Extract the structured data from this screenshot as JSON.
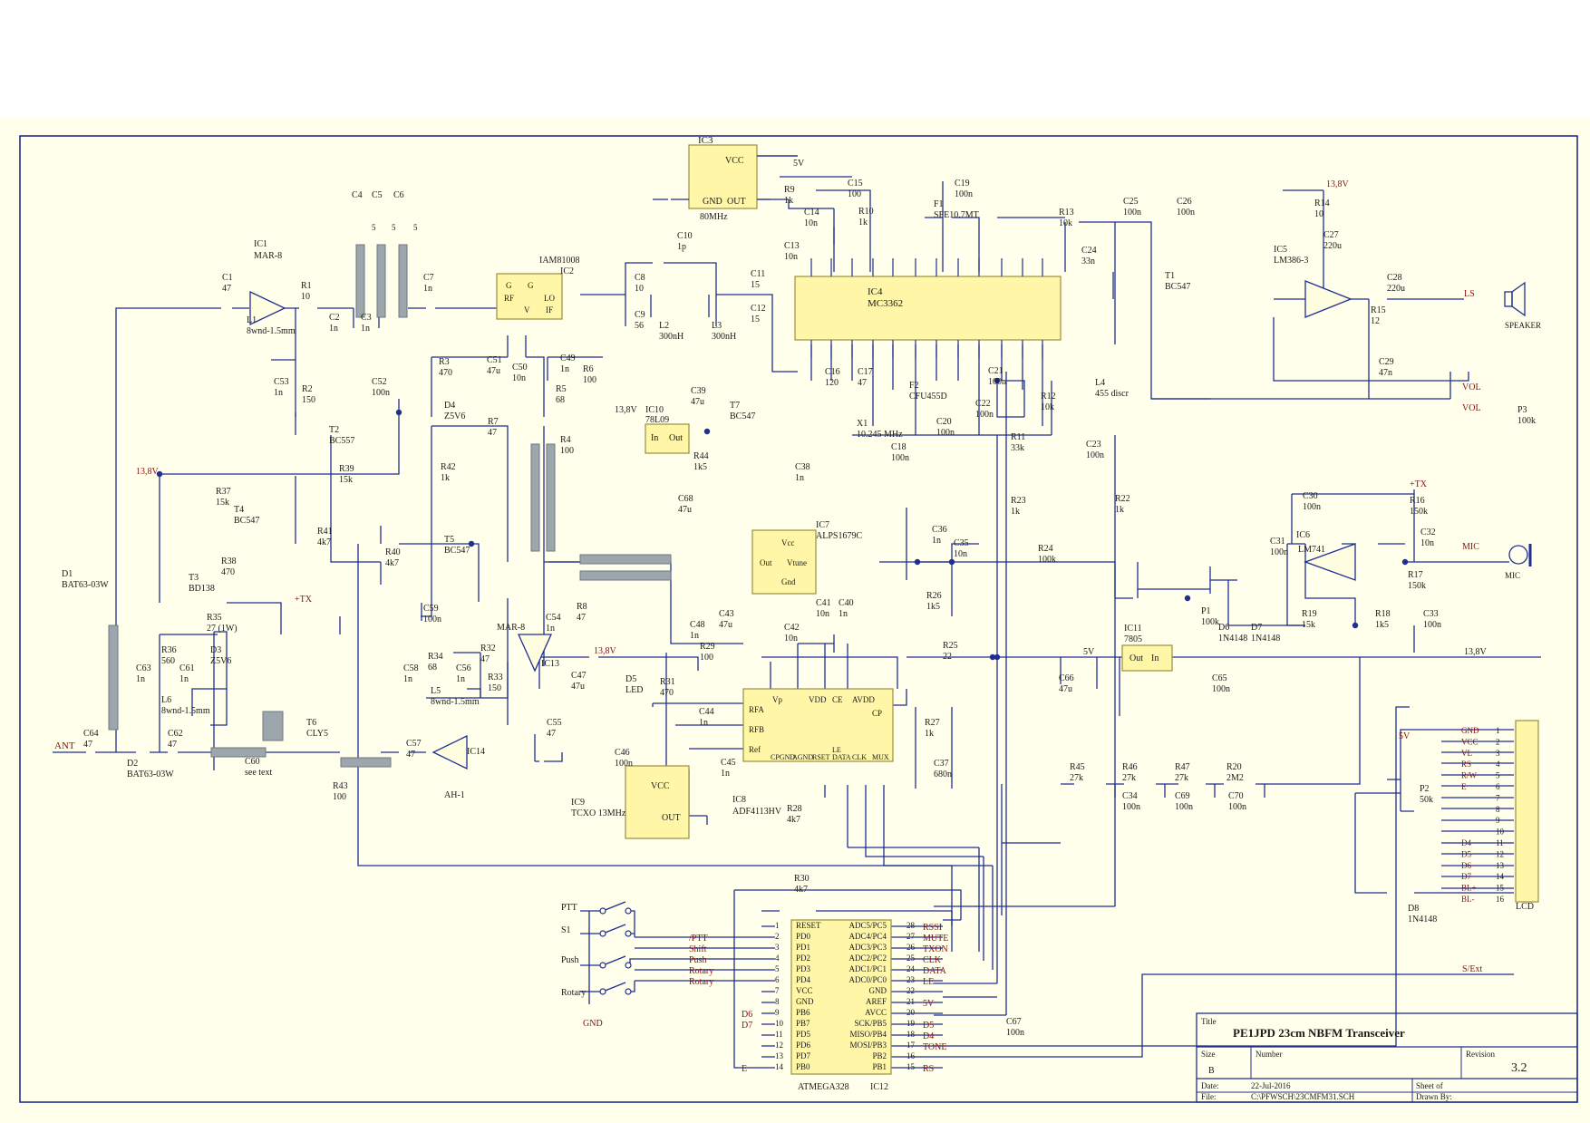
{
  "sheet": {
    "background": "#ffffec",
    "wire_color": "#1f2f8f",
    "ic_fill": "#fff6a8",
    "net_label_color": "#8a1010"
  },
  "title_block": {
    "title_label": "Title",
    "title": "PE1JPD 23cm NBFM Transceiver",
    "size_label": "Size",
    "size": "B",
    "number_label": "Number",
    "revision_label": "Revision",
    "revision": "3.2",
    "date_label": "Date:",
    "date": "22-Jul-2016",
    "sheet_label": "Sheet    of",
    "file_label": "File:",
    "file": "C:\\PFWSCH\\23CMFM31.SCH",
    "drawn_label": "Drawn By:"
  },
  "ics": {
    "ic1": {
      "ref": "IC1",
      "part": "MAR-8"
    },
    "ic2": {
      "ref": "IC2",
      "part": "IAM81008",
      "pins": [
        "G",
        "RF",
        "G",
        "V",
        "LO",
        "IF"
      ]
    },
    "ic3": {
      "ref": "IC3",
      "part": "80MHz",
      "pins": [
        "VCC",
        "GND",
        "OUT"
      ]
    },
    "ic4": {
      "ref": "IC4",
      "part": "MC3362"
    },
    "ic5": {
      "ref": "IC5",
      "part": "LM386-3"
    },
    "ic6": {
      "ref": "IC6",
      "part": "LM741"
    },
    "ic7": {
      "ref": "IC7",
      "part": "ALPS1679C",
      "pins": [
        "Vcc",
        "Out",
        "Vtune",
        "Gnd"
      ]
    },
    "ic8": {
      "ref": "IC8",
      "part": "ADF4113HV",
      "pins": [
        "RFA",
        "RFB",
        "Ref",
        "Vp",
        "VDD",
        "CE",
        "AVDD",
        "CP",
        "CPGND",
        "AGND",
        "RSET",
        "LE",
        "DATA",
        "CLK",
        "MUX"
      ]
    },
    "ic9": {
      "ref": "IC9",
      "part": "TCXO 13MHz",
      "pins": [
        "VCC",
        "OUT"
      ]
    },
    "ic10": {
      "ref": "IC10",
      "part": "78L09",
      "pins": [
        "In",
        "Out"
      ]
    },
    "ic11": {
      "ref": "IC11",
      "part": "7805",
      "pins": [
        "Out",
        "In"
      ]
    },
    "ic12": {
      "ref": "IC12",
      "part": "ATMEGA328",
      "left_pins": [
        "RESET",
        "PD0",
        "PD1",
        "PD2",
        "PD3",
        "PD4",
        "VCC",
        "GND",
        "PB6",
        "PB7",
        "PD5",
        "PD6",
        "PD7",
        "PB0"
      ],
      "left_nums": [
        "1",
        "2",
        "3",
        "4",
        "5",
        "6",
        "7",
        "8",
        "9",
        "10",
        "11",
        "12",
        "13",
        "14"
      ],
      "right_pins": [
        "ADC5/PC5",
        "ADC4/PC4",
        "ADC3/PC3",
        "ADC2/PC2",
        "ADC1/PC1",
        "ADC0/PC0",
        "GND",
        "AREF",
        "AVCC",
        "SCK/PB5",
        "MISO/PB4",
        "MOSI/PB3",
        "PB2",
        "PB1"
      ],
      "right_nums": [
        "28",
        "27",
        "26",
        "25",
        "24",
        "23",
        "22",
        "21",
        "20",
        "19",
        "18",
        "17",
        "16",
        "15"
      ]
    },
    "ic13": {
      "ref": "IC13",
      "part": "MAR-8"
    },
    "ic14": {
      "ref": "IC14",
      "part": "AH-1"
    }
  },
  "mcu_nets": {
    "left": [
      "/PTT",
      "Shift",
      "Push",
      "Rotary",
      "Rotary"
    ],
    "left_low": [
      "D6",
      "D7",
      "E"
    ],
    "right": [
      "RSSI",
      "MUTE",
      "TXON",
      "CLK",
      "DATA",
      "LE"
    ],
    "right_low": [
      "5V",
      "D5",
      "D4",
      "TONE",
      "RS"
    ]
  },
  "switches": {
    "ptt": "PTT",
    "s1": "S1",
    "push": "Push",
    "rotary": "Rotary",
    "gnd": "GND"
  },
  "lcd": {
    "ref": "LCD",
    "signals": [
      "GND",
      "VCC",
      "VL",
      "RS",
      "R/W",
      "E",
      "",
      "",
      "",
      "",
      "D4",
      "D5",
      "D6",
      "D7",
      "BL+",
      "BL-"
    ],
    "numbers": [
      "1",
      "2",
      "3",
      "4",
      "5",
      "6",
      "7",
      "8",
      "9",
      "10",
      "11",
      "12",
      "13",
      "14",
      "15",
      "16"
    ]
  },
  "nets": {
    "v138": "13,8V",
    "v5": "5V",
    "tx": "+TX",
    "ant": "ANT",
    "ls": "LS",
    "vol": "VOL",
    "mic": "MIC",
    "sext": "S/Ext",
    "speaker": "SPEAKER",
    "mic_label": "MIC"
  },
  "labels": {
    "r1": "R1",
    "r1v": "10",
    "r2": "R2",
    "r2v": "150",
    "r3": "R3",
    "r3v": "470",
    "r4": "R4",
    "r4v": "100",
    "r5": "R5",
    "r5v": "68",
    "r6": "R6",
    "r6v": "100",
    "r7": "R7",
    "r7v": "47",
    "r8": "R8",
    "r8v": "47",
    "r9": "R9",
    "r9v": "1k",
    "r10": "R10",
    "r10v": "1k",
    "r11": "R11",
    "r11v": "33k",
    "r12": "R12",
    "r12v": "10k",
    "r13": "R13",
    "r13v": "10k",
    "r14": "R14",
    "r14v": "10",
    "r15": "R15",
    "r15v": "12",
    "r16": "R16",
    "r16v": "150k",
    "r17": "R17",
    "r17v": "150k",
    "r18": "R18",
    "r18v": "1k5",
    "r19": "R19",
    "r19v": "15k",
    "r20": "R20",
    "r20v": "2M2",
    "r22": "R22",
    "r22v": "1k",
    "r23": "R23",
    "r23v": "1k",
    "r24": "R24",
    "r24v": "100k",
    "r25": "R25",
    "r25v": "22",
    "r26": "R26",
    "r26v": "1k5",
    "r27": "R27",
    "r27v": "1k",
    "r28": "R28",
    "r28v": "4k7",
    "r29": "R29",
    "r29v": "100",
    "r30": "R30",
    "r30v": "4k7",
    "r31": "R31",
    "r31v": "470",
    "r32": "R32",
    "r32v": "47",
    "r33": "R33",
    "r33v": "150",
    "r34": "R34",
    "r34v": "68",
    "r35": "R35",
    "r35v": "27 (1W)",
    "r36": "R36",
    "r36v": "560",
    "r37": "R37",
    "r37v": "15k",
    "r38": "R38",
    "r38v": "470",
    "r39": "R39",
    "r39v": "15k",
    "r40": "R40",
    "r40v": "4k7",
    "r41": "R41",
    "r41v": "4k7",
    "r42": "R42",
    "r42v": "1k",
    "r43": "R43",
    "r43v": "100",
    "r44": "R44",
    "r44v": "1k5",
    "r45": "R45",
    "r45v": "27k",
    "r46": "R46",
    "r46v": "27k",
    "r47": "R47",
    "r47v": "27k",
    "c1": "C1",
    "c1v": "47",
    "c2": "C2",
    "c2v": "1n",
    "c3": "C3",
    "c3v": "1n",
    "c4": "C4",
    "c5": "C5",
    "c6": "C6",
    "c456v": "5",
    "c7": "C7",
    "c7v": "1n",
    "c8": "C8",
    "c8v": "10",
    "c9": "C9",
    "c9v": "56",
    "c10": "C10",
    "c10v": "1p",
    "c11": "C11",
    "c11v": "15",
    "c12": "C12",
    "c12v": "15",
    "c13": "C13",
    "c13v": "10n",
    "c14": "C14",
    "c14v": "10n",
    "c15": "C15",
    "c15v": "100",
    "c16": "C16",
    "c16v": "120",
    "c17": "C17",
    "c17v": "47",
    "c18": "C18",
    "c18v": "100n",
    "c19": "C19",
    "c19v": "100n",
    "c20": "C20",
    "c20v": "100n",
    "c21": "C21",
    "c21v": "100n",
    "c22": "C22",
    "c22v": "100n",
    "c23": "C23",
    "c23v": "100n",
    "c24": "C24",
    "c24v": "33n",
    "c25": "C25",
    "c25v": "100n",
    "c26": "C26",
    "c26v": "100n",
    "c27": "C27",
    "c27v": "220u",
    "c28": "C28",
    "c28v": "220u",
    "c29": "C29",
    "c29v": "47n",
    "c30": "C30",
    "c30v": "100n",
    "c31": "C31",
    "c31v": "100n",
    "c32": "C32",
    "c32v": "10n",
    "c33": "C33",
    "c33v": "100n",
    "c34": "C34",
    "c34v": "100n",
    "c35": "C35",
    "c35v": "10n",
    "c36": "C36",
    "c36v": "1n",
    "c37": "C37",
    "c37v": "680n",
    "c38": "C38",
    "c38v": "1n",
    "c39": "C39",
    "c39v": "47u",
    "c40": "C40",
    "c40v": "1n",
    "c41": "C41",
    "c41v": "10n",
    "c42": "C42",
    "c42v": "10n",
    "c43": "C43",
    "c43v": "47u",
    "c44": "C44",
    "c44v": "1n",
    "c45": "C45",
    "c45v": "1n",
    "c46": "C46",
    "c46v": "100n",
    "c47": "C47",
    "c47v": "47u",
    "c48": "C48",
    "c48v": "1n",
    "c49": "C49",
    "c49v": "1n",
    "c50": "C50",
    "c50v": "10n",
    "c51": "C51",
    "c51v": "47u",
    "c52": "C52",
    "c52v": "100n",
    "c53": "C53",
    "c53v": "1n",
    "c54": "C54",
    "c54v": "1n",
    "c55": "C55",
    "c55v": "47",
    "c56": "C56",
    "c56v": "1n",
    "c57": "C57",
    "c57v": "47",
    "c58": "C58",
    "c58v": "1n",
    "c59": "C59",
    "c59v": "100n",
    "c60": "C60",
    "c60v": "see text",
    "c61": "C61",
    "c61v": "1n",
    "c62": "C62",
    "c62v": "47",
    "c63": "C63",
    "c63v": "1n",
    "c64": "C64",
    "c64v": "47",
    "c65": "C65",
    "c65v": "100n",
    "c66": "C66",
    "c66v": "47u",
    "c67": "C67",
    "c67v": "100n",
    "c68": "C68",
    "c68v": "47u",
    "c69": "C69",
    "c69v": "100n",
    "c70": "C70",
    "c70v": "100n",
    "l1": "L1",
    "l1v": "8wnd-1.5mm",
    "l2": "L2",
    "l2v": "300nH",
    "l3": "L3",
    "l3v": "300nH",
    "l4": "L4",
    "l4v": "455 discr",
    "l5": "L5",
    "l5v": "8wnd-1.5mm",
    "l6": "L6",
    "l6v": "8wnd-1.5mm",
    "t1": "T1",
    "t1v": "BC547",
    "t2": "T2",
    "t2v": "BC557",
    "t3": "T3",
    "t3v": "BD138",
    "t4": "T4",
    "t4v": "BC547",
    "t5": "T5",
    "t5v": "BC547",
    "t6": "T6",
    "t6v": "CLY5",
    "t7": "T7",
    "t7v": "BC547",
    "d1": "D1",
    "d1v": "BAT63-03W",
    "d2": "D2",
    "d2v": "BAT63-03W",
    "d3": "D3",
    "d3v": "Z5V6",
    "d4": "D4",
    "d4v": "Z5V6",
    "d5": "D5",
    "d5v": "LED",
    "d6": "D6",
    "d6v": "1N4148",
    "d7": "D7",
    "d7v": "1N4148",
    "d8": "D8",
    "d8v": "1N4148",
    "f1": "F1",
    "f1v": "SFE10.7MT",
    "f2": "F2",
    "f2v": "CFU455D",
    "x1": "X1",
    "x1v": "10.245 MHz",
    "p1": "P1",
    "p1v": "100k",
    "p2": "P2",
    "p2v": "50k",
    "p3": "P3",
    "p3v": "100k"
  }
}
